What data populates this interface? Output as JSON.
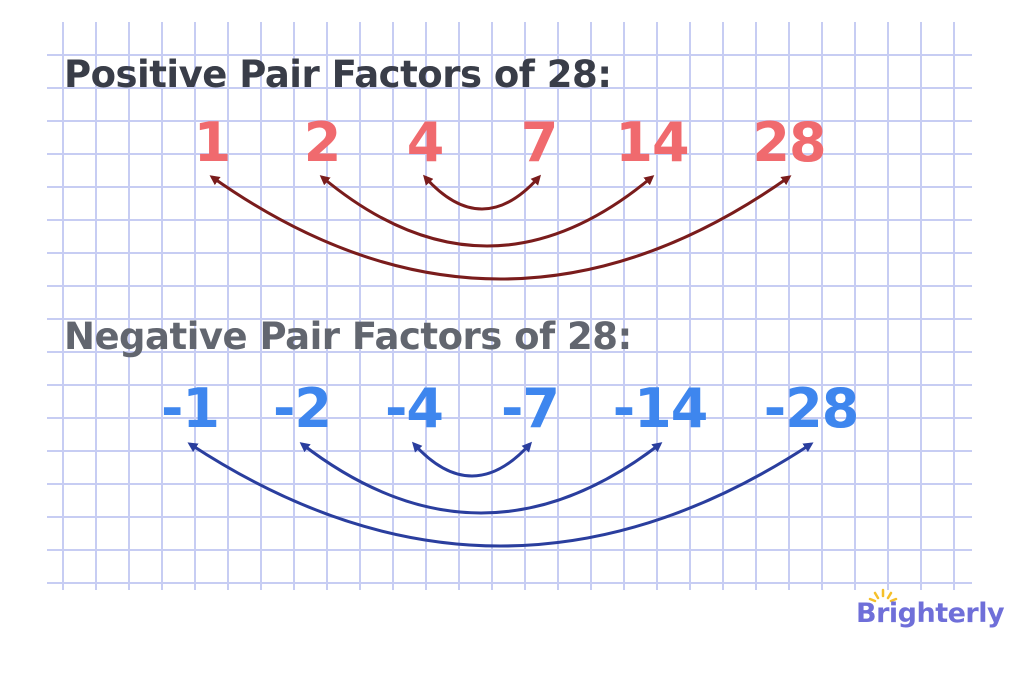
{
  "positive": {
    "heading": "Positive Pair Factors of 28:",
    "numbers": [
      "1",
      "2",
      "4",
      "7",
      "14",
      "28"
    ],
    "number_color": "#f06a6e",
    "arrow_color": "#7a1c1c",
    "pairs": [
      [
        "1",
        "28"
      ],
      [
        "2",
        "14"
      ],
      [
        "4",
        "7"
      ]
    ]
  },
  "negative": {
    "heading": "Negative Pair Factors of 28:",
    "numbers": [
      "-1",
      "-2",
      "-4",
      "-7",
      "-14",
      "-28"
    ],
    "number_color": "#3e86ee",
    "arrow_color": "#2a3e9e",
    "pairs": [
      [
        "-1",
        "-28"
      ],
      [
        "-2",
        "-14"
      ],
      [
        "-4",
        "-7"
      ]
    ]
  },
  "grid_color": "#c7cdf3",
  "logo": {
    "text": "Brighterly",
    "color": "#6f6fd9",
    "accent": "#f5c02a",
    "icon": "sun-icon"
  }
}
